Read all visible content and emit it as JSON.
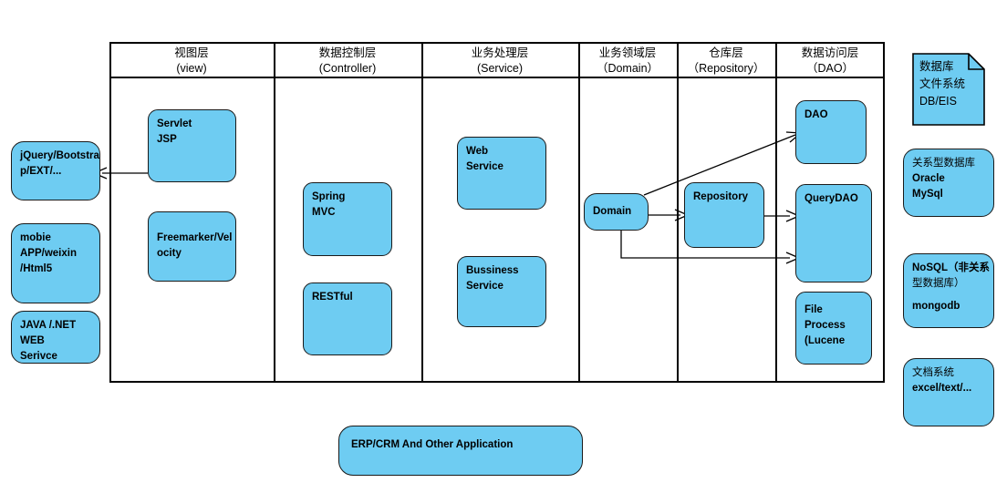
{
  "diagram": {
    "title": "Layered Application Architecture",
    "accent": "#6ECCF2",
    "stroke": "#1a1a1a"
  },
  "columns": [
    {
      "cn": "视图层",
      "en": "(view)"
    },
    {
      "cn": "数据控制层",
      "en": "(Controller)"
    },
    {
      "cn": "业务处理层",
      "en": "(Service)"
    },
    {
      "cn": "业务领域层",
      "en": "（Domain）"
    },
    {
      "cn": "仓库层",
      "en": "（Repository）"
    },
    {
      "cn": "数据访问层",
      "en": "（DAO）"
    }
  ],
  "left_clients": [
    {
      "id": "client-web",
      "lines": [
        "jQuery/Bootstra",
        "p/EXT/..."
      ]
    },
    {
      "id": "client-mobile",
      "lines": [
        "mobie",
        "APP/weixin",
        "/Html5"
      ]
    },
    {
      "id": "client-service",
      "lines": [
        "JAVA /.NET",
        "WEB",
        "Serivce"
      ]
    }
  ],
  "view_nodes": [
    {
      "id": "servlet-jsp",
      "lines": [
        "Servlet",
        "JSP"
      ]
    },
    {
      "id": "freemarker",
      "lines": [
        "Freemarker/Vel",
        "ocity"
      ]
    }
  ],
  "controller_nodes": [
    {
      "id": "spring-mvc",
      "lines": [
        "Spring",
        "MVC"
      ]
    },
    {
      "id": "restful",
      "lines": [
        "RESTful"
      ]
    }
  ],
  "service_nodes": [
    {
      "id": "web-service",
      "lines": [
        "Web",
        "Service"
      ]
    },
    {
      "id": "bussiness-service",
      "lines": [
        "Bussiness",
        "Service"
      ]
    }
  ],
  "domain_nodes": [
    {
      "id": "domain",
      "lines": [
        "Domain"
      ]
    }
  ],
  "repository_nodes": [
    {
      "id": "repository",
      "lines": [
        "Repository"
      ]
    }
  ],
  "dao_nodes": [
    {
      "id": "dao",
      "lines": [
        "DAO"
      ]
    },
    {
      "id": "query-dao",
      "lines": [
        "QueryDAO"
      ]
    },
    {
      "id": "file-process",
      "lines": [
        "File",
        "Process",
        "(Lucene"
      ]
    }
  ],
  "right_storage": {
    "note": {
      "id": "db-file-note",
      "lines": [
        "数据库",
        "文件系统",
        "DB/EIS"
      ]
    },
    "boxes": [
      {
        "id": "rdbms",
        "lines": [
          "关系型数据库",
          "Oracle",
          "MySql"
        ],
        "bold_from": 1
      },
      {
        "id": "nosql",
        "lines": [
          "NoSQL（非关系",
          "型数据库）",
          "",
          "mongodb"
        ],
        "bold_from": 0
      },
      {
        "id": "docfs",
        "lines": [
          "文档系统",
          "excel/text/..."
        ],
        "bold_from": 1
      }
    ]
  },
  "bottom_node": {
    "id": "erp-crm",
    "lines": [
      "ERP/CRM And Other Application"
    ]
  },
  "connections": [
    {
      "from": "servlet-jsp",
      "to": "client-web",
      "kind": "arrow-left"
    },
    {
      "from": "domain",
      "to": "dao",
      "kind": "arrow-diagonal"
    },
    {
      "from": "domain",
      "to": "repository",
      "kind": "arrow-right"
    },
    {
      "from": "domain",
      "to": "query-dao",
      "kind": "arrow-elbow"
    },
    {
      "from": "repository",
      "to": "query-dao",
      "kind": "arrow-right"
    }
  ]
}
